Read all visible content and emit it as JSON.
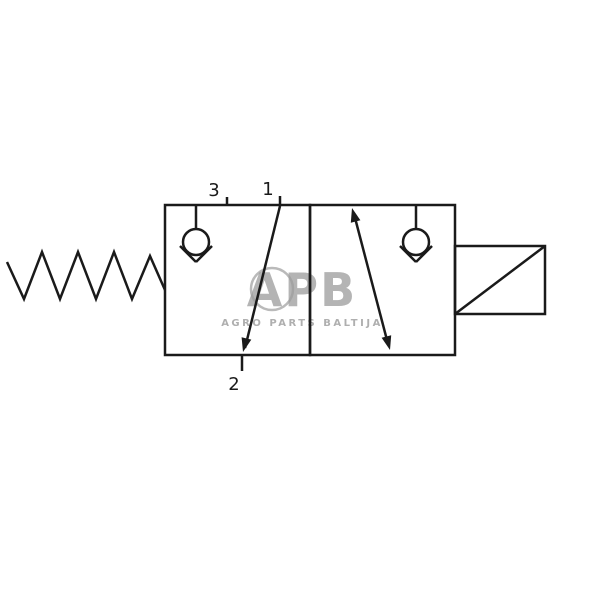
{
  "diagram": {
    "type": "pneumatic-valve-schematic-3-2-way",
    "background": "#ffffff",
    "line_color": "#1a1a1a",
    "ports": {
      "p1": "1",
      "p2": "2",
      "p3": "3"
    },
    "watermark": {
      "title": "APB",
      "subtitle": "AGRO PARTS BALTIJA",
      "color": "#9c9c9c"
    }
  }
}
